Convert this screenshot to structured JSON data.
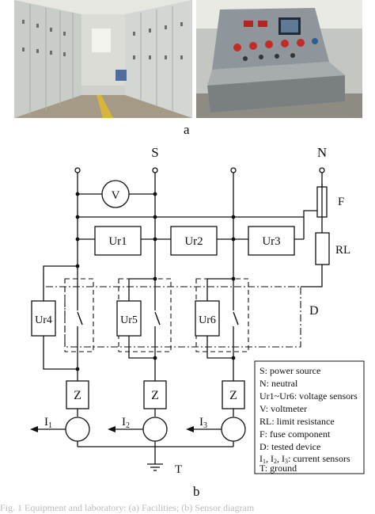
{
  "captions": {
    "a": "a",
    "b": "b"
  },
  "diagram": {
    "top_labels": {
      "S": "S",
      "N": "N"
    },
    "voltmeter": "V",
    "sensors": {
      "ur1": "Ur1",
      "ur2": "Ur2",
      "ur3": "Ur3",
      "ur4": "Ur4",
      "ur5": "Ur5",
      "ur6": "Ur6"
    },
    "fuse": "F",
    "limit_resistance": "RL",
    "tested_device": "D",
    "impedance": "Z",
    "currents": [
      {
        "base": "I",
        "sub": "1"
      },
      {
        "base": "I",
        "sub": "2"
      },
      {
        "base": "I",
        "sub": "3"
      }
    ],
    "ground": "T"
  },
  "legend": {
    "lines": [
      "S: power source",
      "N: neutral",
      "Ur1~Ur6: voltage sensors",
      "V: voltmeter",
      "RL: limit resistance",
      "F: fuse component",
      "D: tested device"
    ],
    "current_line": {
      "i1": "I",
      "s1": "1",
      "sep1": ", ",
      "i2": "I",
      "s2": "2",
      "sep2": ", ",
      "i3": "I",
      "s3": "3",
      "rest": ": current sensors"
    },
    "ground_line": "T: ground"
  },
  "footer": "Fig. 1   Equipment and laboratory: (a) Facilities; (b) Sensor diagram",
  "colors": {
    "ink": "#111111",
    "panel": "#cfd2cf"
  }
}
